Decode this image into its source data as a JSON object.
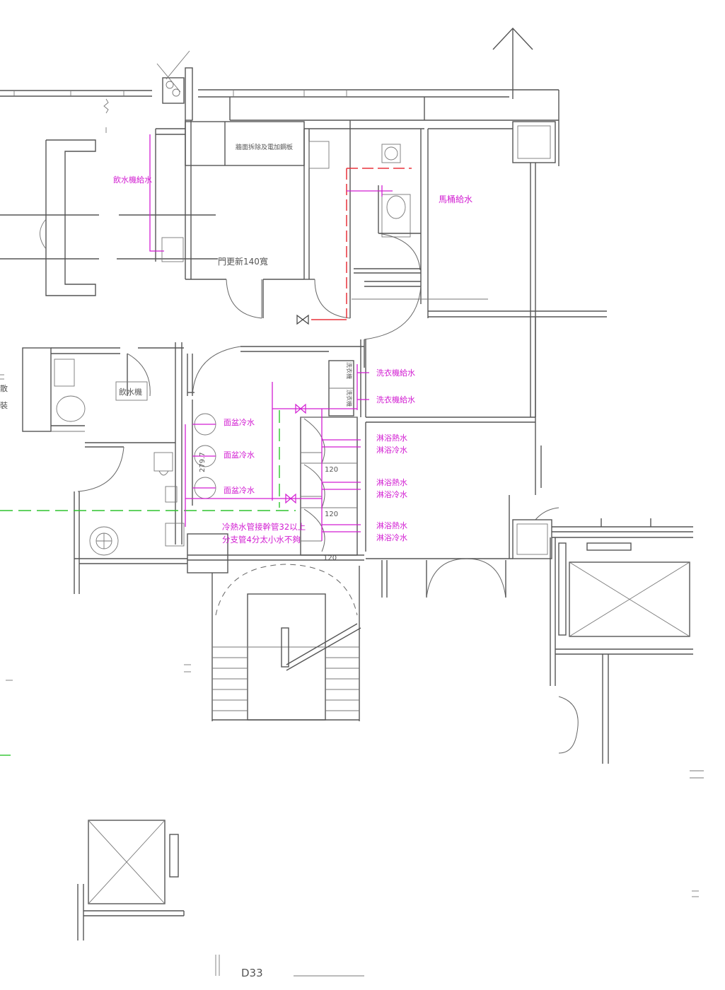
{
  "labels": {
    "drinker_supply": "飲水機給水",
    "wall_removal": "牆面拆除及電加鋼板",
    "door_width": "門更新140寬",
    "toilet_supply": "馬桶給水",
    "washer_supply_1": "洗衣機給水",
    "washer_supply_2": "洗衣機給水",
    "washer_box_1": "洗衣機",
    "washer_box_2": "洗衣機",
    "drinker_box": "飲水機",
    "basin_cold_1": "面盆冷水",
    "basin_cold_2": "面盆冷水",
    "basin_cold_3": "面盆冷水",
    "shower_hot_1": "淋浴熱水",
    "shower_cold_1": "淋浴冷水",
    "shower_hot_2": "淋浴熱水",
    "shower_cold_2": "淋浴冷水",
    "shower_hot_3": "淋浴熱水",
    "shower_cold_3": "淋浴冷水",
    "note_line1": "冷熱水管接幹管32以上",
    "note_line2": "分支管4分太小水不夠",
    "dim_279": "279.7",
    "dim_120a": "120",
    "dim_120b": "120",
    "dim_120c": "120",
    "left_glyph_1": "散",
    "left_glyph_2": "裝",
    "drawing_id": "D33"
  },
  "colors": {
    "wall": "#555555",
    "pipe": "#d21ed2",
    "supply_red": "#e8323c",
    "axis_green": "#2ec42e"
  },
  "icons": [
    "valve-icon",
    "north-arrow-icon",
    "floor-drain-icon"
  ]
}
